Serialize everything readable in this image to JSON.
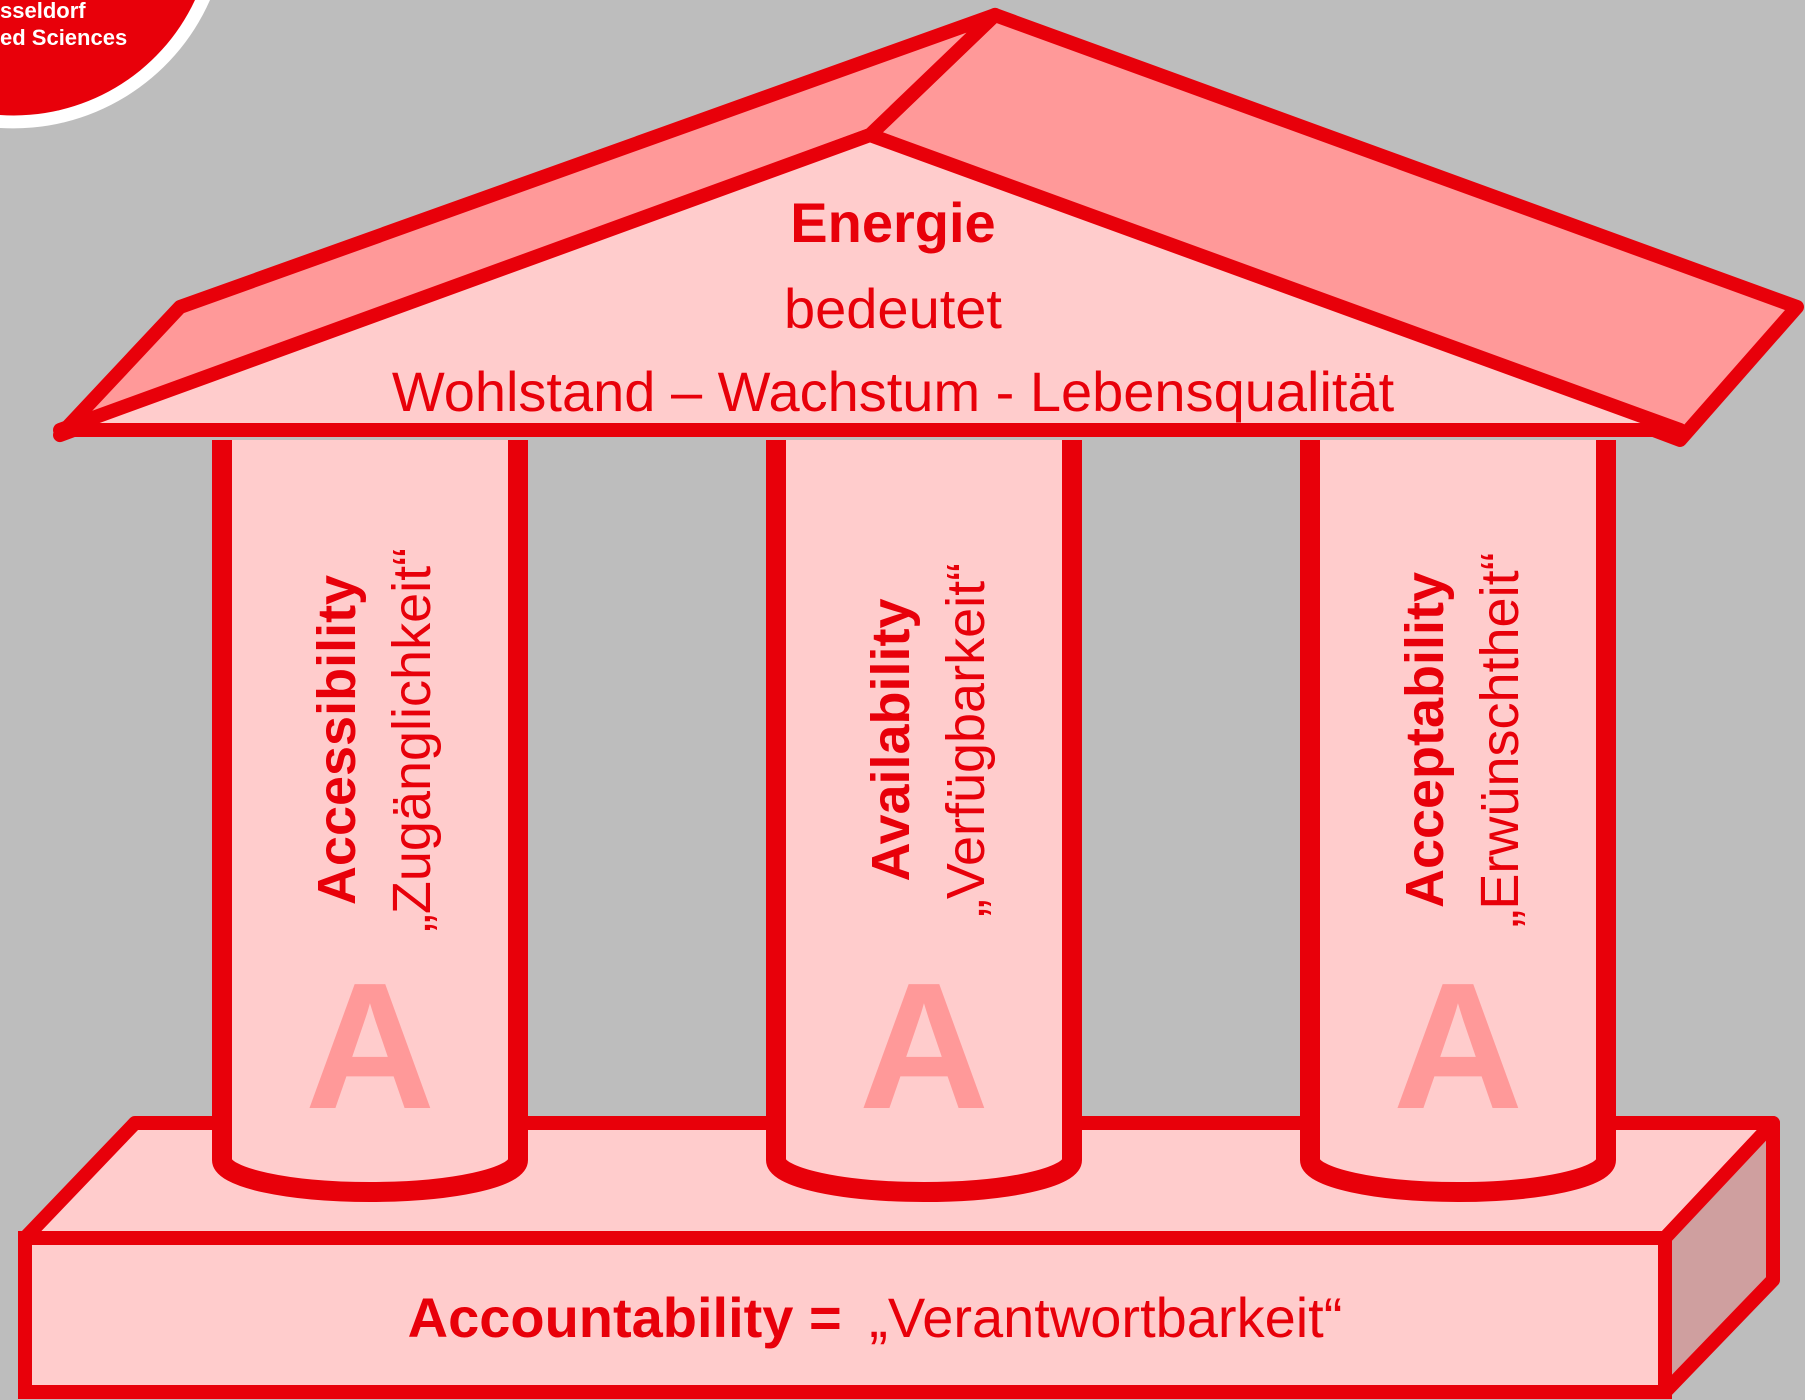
{
  "colors": {
    "background": "#bdbdbd",
    "accent_red": "#e8000a",
    "light_pink": "#ffcccc",
    "roof_pink": "#ff9999",
    "side_pink": "#cf9f9f",
    "letter_pink": "#ff9999"
  },
  "logo": {
    "line1": "sseldorf",
    "line2": "ed Sciences"
  },
  "roof": {
    "heading": "Energie",
    "subheading": "bedeutet",
    "tagline": "Wohlstand – Wachstum - Lebensqualität"
  },
  "pillars": [
    {
      "letter": "A",
      "term": "Accessibility",
      "translation": "„Zugänglichkeit“"
    },
    {
      "letter": "A",
      "term": "Availability",
      "translation": "„Verfügbarkeit“"
    },
    {
      "letter": "A",
      "term": "Acceptability",
      "translation": "„Erwünschtheit“"
    }
  ],
  "base": {
    "term": "Accountability =",
    "translation": "„Verantwortbarkeit“"
  }
}
